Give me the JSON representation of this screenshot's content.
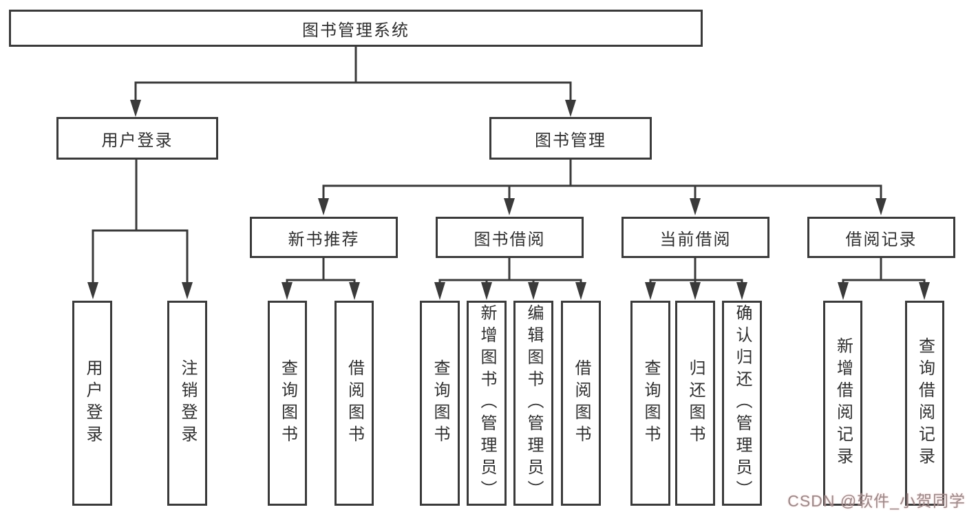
{
  "tree": {
    "root": {
      "label": "图书管理系统"
    },
    "branches": [
      {
        "label": "用户登录",
        "children": [
          {
            "label": "用户登录"
          },
          {
            "label": "注销登录"
          }
        ]
      },
      {
        "label": "图书管理",
        "sections": [
          {
            "label": "新书推荐",
            "children": [
              {
                "label": "查询图书"
              },
              {
                "label": "借阅图书"
              }
            ]
          },
          {
            "label": "图书借阅",
            "children": [
              {
                "label": "查询图书"
              },
              {
                "label": "新增图书（管理员）"
              },
              {
                "label": "编辑图书（管理员）"
              },
              {
                "label": "借阅图书"
              }
            ]
          },
          {
            "label": "当前借阅",
            "children": [
              {
                "label": "查询图书"
              },
              {
                "label": "归还图书"
              },
              {
                "label": "确认归还（管理员）"
              }
            ]
          },
          {
            "label": "借阅记录",
            "children": [
              {
                "label": "新增借阅记录"
              },
              {
                "label": "查询借阅记录"
              }
            ]
          }
        ]
      }
    ]
  },
  "watermark": {
    "text": "CSDN @软件_小贺同学"
  },
  "colors": {
    "line": "#3a3a3a",
    "box_border": "#3a3a3a",
    "text": "#2f2f2f",
    "watermark": "#9a8a8a",
    "background": "#ffffff"
  }
}
